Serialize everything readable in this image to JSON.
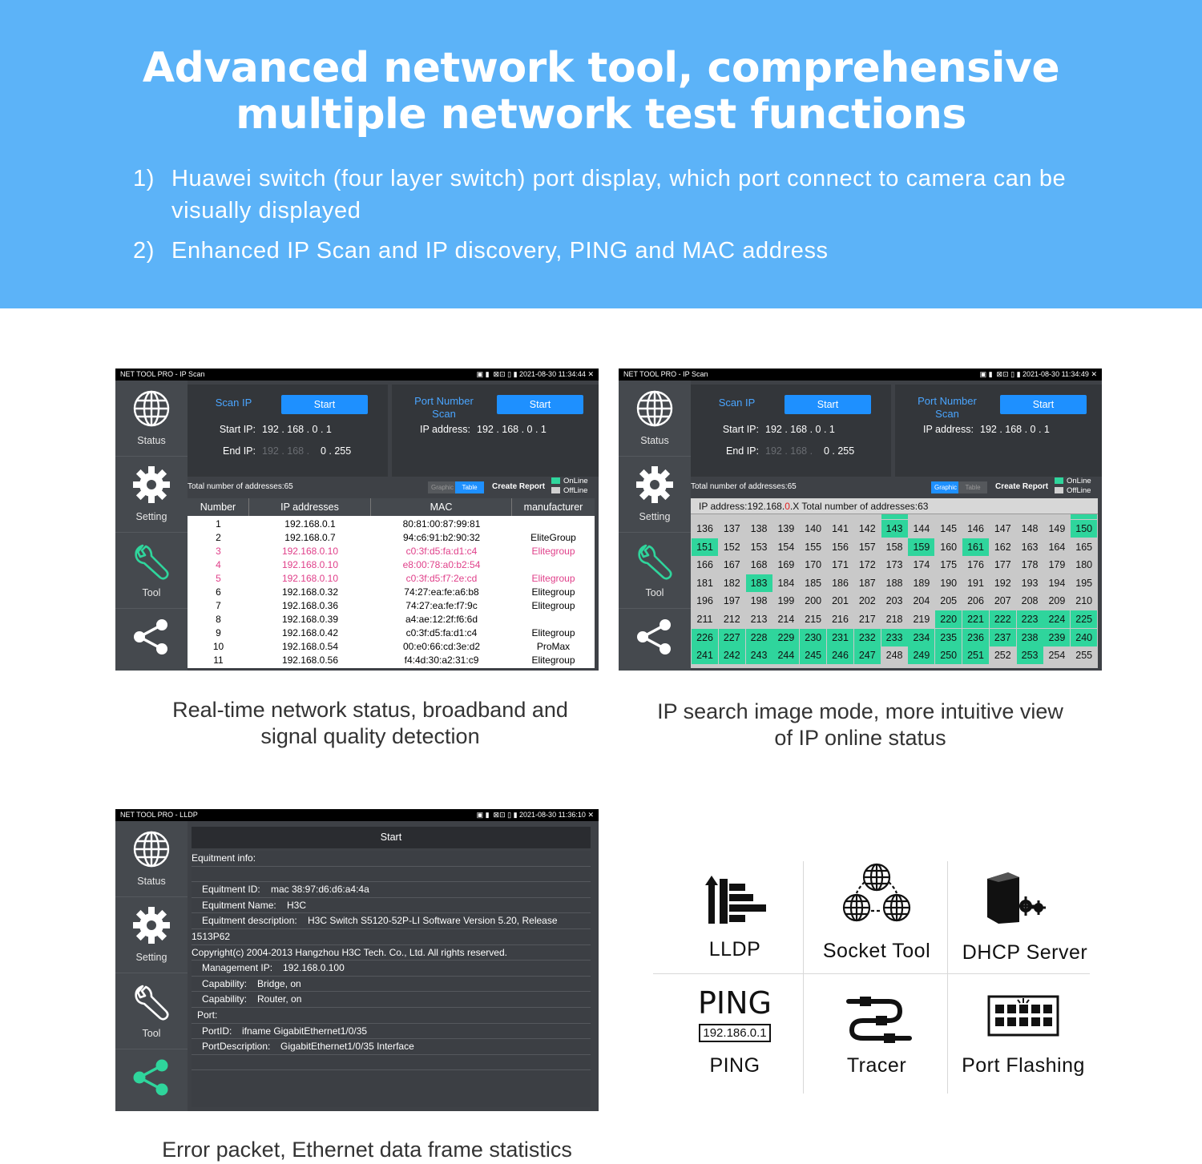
{
  "header": {
    "title_line1": "Advanced network tool, comprehensive",
    "title_line2": "multiple network test functions",
    "points": [
      {
        "num": "1)",
        "text": "Huawei switch (four layer switch) port display, which port connect to camera can be visually displayed"
      },
      {
        "num": "2)",
        "text": "Enhanced IP Scan and IP discovery, PING and MAC address"
      }
    ]
  },
  "sidebar": [
    "Status",
    "Setting",
    "Tool"
  ],
  "screen1": {
    "title": "NET TOOL PRO - IP Scan",
    "time": "2021-08-30 11:34:44",
    "scan_ip_label": "Scan IP",
    "start_label": "Start",
    "port_scan_label1": "Port Number",
    "port_scan_label2": "Scan",
    "start_ip_label": "Start IP:",
    "start_ip_value": "192 . 168 .   0   .   1",
    "end_ip_label": "End IP:",
    "end_ip_dim": "192 . 168 .",
    "end_ip_value": "0   . 255",
    "ip_address_label": "IP address:",
    "ip_address_value": "192 . 168 .   0   .   1",
    "total": "Total number of addresses:65",
    "graphic": "Graphic",
    "table": "Table",
    "create_report": "Create Report",
    "online": "OnLine",
    "offline": "OffLine",
    "columns": [
      "Number",
      "IP addresses",
      "MAC",
      "manufacturer"
    ],
    "rows": [
      {
        "n": "1",
        "ip": "192.168.0.1",
        "mac": "80:81:00:87:99:81",
        "m": "",
        "pink": false
      },
      {
        "n": "2",
        "ip": "192.168.0.7",
        "mac": "94:c6:91:b2:90:32",
        "m": "EliteGroup",
        "pink": false
      },
      {
        "n": "3",
        "ip": "192.168.0.10",
        "mac": "c0:3f:d5:fa:d1:c4",
        "m": "Elitegroup",
        "pink": true
      },
      {
        "n": "4",
        "ip": "192.168.0.10",
        "mac": "e8:00:78:a0:b2:54",
        "m": "",
        "pink": true
      },
      {
        "n": "5",
        "ip": "192.168.0.10",
        "mac": "c0:3f:d5:f7:2e:cd",
        "m": "Elitegroup",
        "pink": true
      },
      {
        "n": "6",
        "ip": "192.168.0.32",
        "mac": "74:27:ea:fe:a6:b8",
        "m": "Elitegroup",
        "pink": false
      },
      {
        "n": "7",
        "ip": "192.168.0.36",
        "mac": "74:27:ea:fe:f7:9c",
        "m": "Elitegroup",
        "pink": false
      },
      {
        "n": "8",
        "ip": "192.168.0.39",
        "mac": "a4:ae:12:2f:f6:6d",
        "m": "",
        "pink": false
      },
      {
        "n": "9",
        "ip": "192.168.0.42",
        "mac": "c0:3f:d5:fa:d1:c4",
        "m": "Elitegroup",
        "pink": false
      },
      {
        "n": "10",
        "ip": "192.168.0.54",
        "mac": "00:e0:66:cd:3e:d2",
        "m": "ProMax",
        "pink": false
      },
      {
        "n": "11",
        "ip": "192.168.0.56",
        "mac": "f4:4d:30:a2:31:c9",
        "m": "Elitegroup",
        "pink": false
      }
    ]
  },
  "screen2": {
    "title": "NET TOOL PRO - IP Scan",
    "time": "2021-08-30 11:34:49",
    "cap_prefix": "IP address:192.168.",
    "cap_red": "0",
    "cap_suffix": ".X Total number of addresses:63",
    "grid_start": 136,
    "grid_end": 255,
    "online_ips": [
      143,
      150,
      151,
      159,
      161,
      183,
      220,
      221,
      222,
      223,
      224,
      225,
      226,
      227,
      228,
      229,
      230,
      231,
      232,
      233,
      234,
      235,
      236,
      237,
      238,
      239,
      240,
      241,
      242,
      243,
      244,
      245,
      246,
      247,
      249,
      250,
      251,
      253
    ]
  },
  "screen3": {
    "title": "NET TOOL PRO - LLDP",
    "time": "2021-08-30 11:36:10",
    "start": "Start",
    "lines": [
      {
        "k": "Equitment info:",
        "v": "",
        "indent": 0
      },
      {
        "k": "",
        "v": "",
        "indent": 0
      },
      {
        "k": "Equitment ID:",
        "v": "mac 38:97:d6:d6:a4:4a",
        "indent": 1
      },
      {
        "k": "Equitment Name:",
        "v": "H3C",
        "indent": 1
      },
      {
        "k": "Equitment description:",
        "v": "H3C Switch S5120-52P-LI Software Version 5.20, Release",
        "indent": 1
      },
      {
        "k": "1513P62",
        "v": "",
        "indent": 0
      },
      {
        "k": "Copyright(c) 2004-2013 Hangzhou H3C Tech. Co., Ltd. All rights reserved.",
        "v": "",
        "indent": 0
      },
      {
        "k": "Management IP:",
        "v": "192.168.0.100",
        "indent": 1
      },
      {
        "k": "Capability:",
        "v": "Bridge, on",
        "indent": 1
      },
      {
        "k": "Capability:",
        "v": "Router, on",
        "indent": 1
      },
      {
        "k": "Port:",
        "v": "",
        "indent": 2
      },
      {
        "k": "PortID:",
        "v": "ifname GigabitEthernet1/0/35",
        "indent": 1
      },
      {
        "k": "PortDescription:",
        "v": "GigabitEthernet1/0/35 Interface",
        "indent": 1
      },
      {
        "k": "",
        "v": "",
        "indent": 0
      }
    ]
  },
  "captions": {
    "c1_line1": "Real-time network status, broadband and",
    "c1_line2": "signal quality detection",
    "c2_line1": "IP search image mode, more intuitive view",
    "c2_line2": "of IP online status",
    "c3": "Error packet, Ethernet data frame statistics"
  },
  "tools": {
    "lldp": "LLDP",
    "socket": "Socket Tool",
    "dhcp": "DHCP Server",
    "ping_big": "PING",
    "ping_ip": "192.186.0.1",
    "ping": "PING",
    "tracer": "Tracer",
    "port_flashing": "Port Flashing"
  },
  "colors": {
    "banner": "#5cb3f8",
    "online": "#2fd59c",
    "accent": "#1e90ff",
    "pink": "#e0408a"
  }
}
